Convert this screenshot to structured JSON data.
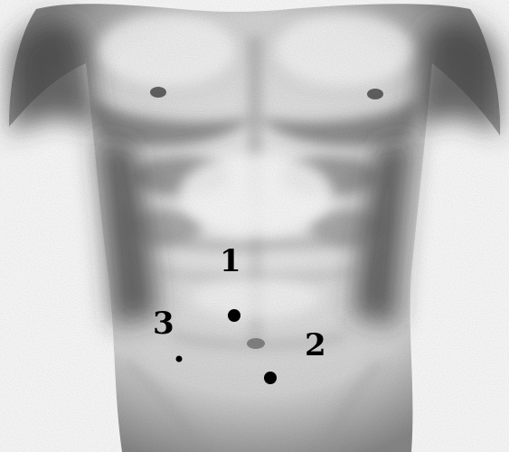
{
  "figure": {
    "subject": "anterior-torso-illustration",
    "labels": [
      {
        "id": "label-1",
        "text": "1"
      },
      {
        "id": "label-2",
        "text": "2"
      },
      {
        "id": "label-3",
        "text": "3"
      }
    ],
    "markers": [
      {
        "id": "dot-upper",
        "size": "large"
      },
      {
        "id": "dot-lower",
        "size": "large"
      },
      {
        "id": "dot-left",
        "size": "small"
      }
    ],
    "colors": {
      "background": "#ffffff",
      "shading": "#2a2a2a",
      "marker": "#000000"
    }
  }
}
